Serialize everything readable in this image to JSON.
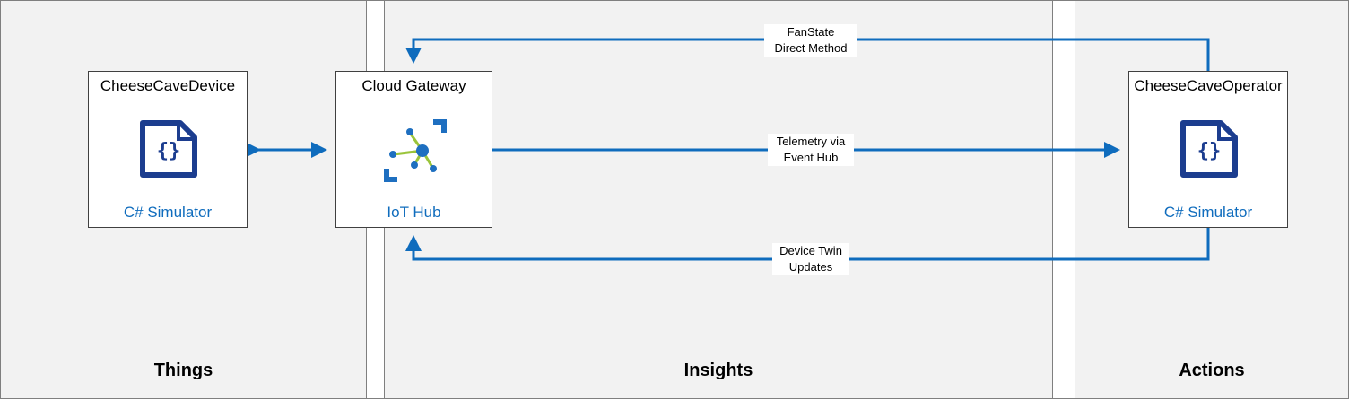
{
  "lanes": {
    "things": "Things",
    "insights": "Insights",
    "actions": "Actions"
  },
  "nodes": {
    "device": {
      "title": "CheeseCaveDevice",
      "subtitle": "C# Simulator",
      "icon": "code-file-icon"
    },
    "gateway": {
      "title": "Cloud Gateway",
      "subtitle": "IoT Hub",
      "icon": "iot-hub-icon"
    },
    "operator": {
      "title": "CheeseCaveOperator",
      "subtitle": "C# Simulator",
      "icon": "code-file-icon"
    }
  },
  "edges": {
    "direct_method": {
      "line1": "FanState",
      "line2": "Direct Method"
    },
    "telemetry": {
      "line1": "Telemetry via",
      "line2": "Event Hub"
    },
    "twin": {
      "line1": "Device Twin",
      "line2": "Updates"
    }
  },
  "colors": {
    "arrow": "#0f6cbd",
    "lane_fill": "#f2f2f2",
    "icon_dark": "#1c3d8f",
    "hub_green": "#9ac43a"
  }
}
